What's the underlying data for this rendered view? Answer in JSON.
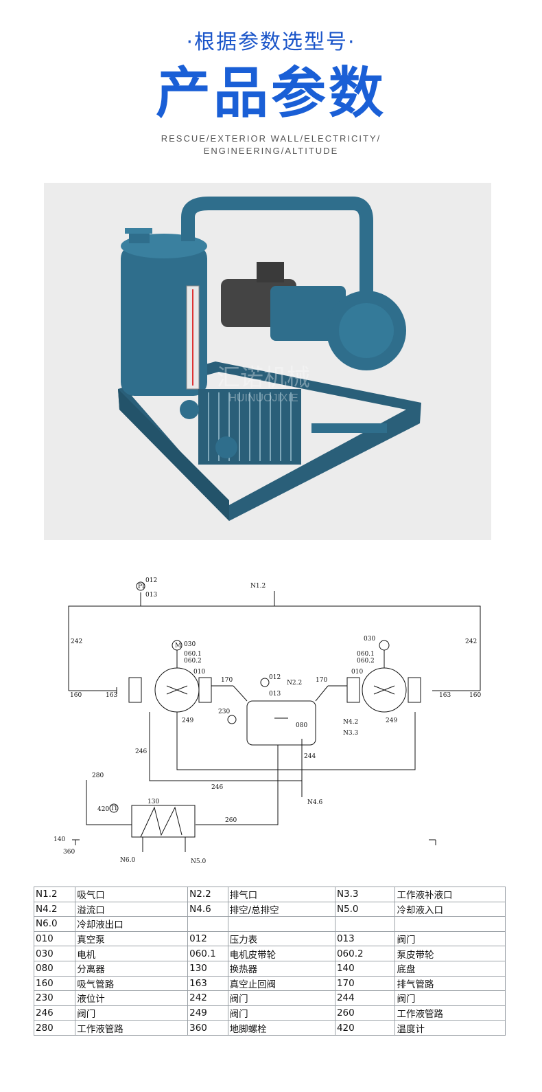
{
  "header": {
    "subtitle": "·根据参数选型号·",
    "title": "产品参数",
    "english_line1": "RESCUE/EXTERIOR WALL/ELECTRICITY/",
    "english_line2": "ENGINEERING/ALTITUDE"
  },
  "photo": {
    "watermark_cn": "汇诺机械",
    "watermark_en": "HUINUOJIXIE",
    "colors": {
      "machine": "#2f6e8c",
      "background": "#ececec"
    }
  },
  "diagram": {
    "labels": {
      "l012a": "012",
      "l013a": "013",
      "n12": "N1.2",
      "l242L": "242",
      "l242R": "242",
      "l030L": "030",
      "l0601L": "060.1",
      "l0602L": "060.2",
      "l010L": "010",
      "l030R": "030",
      "l0601R": "060.1",
      "l0602R": "060.2",
      "l010R": "010",
      "l160L": "160",
      "l163L": "163",
      "l170L": "170",
      "l012b": "012",
      "l013b": "013",
      "n22": "N2.2",
      "l170R": "170",
      "l163R": "163",
      "l160R": "160",
      "l230": "230",
      "l080": "080",
      "n42": "N4.2",
      "n33": "N3.3",
      "l249L": "249",
      "l249R": "249",
      "l246a": "246",
      "l244": "244",
      "l280": "280",
      "l246b": "246",
      "n46": "N4.6",
      "l420": "420",
      "l130": "130",
      "l260": "260",
      "l140": "140",
      "l360": "360",
      "n60": "N6.0",
      "n50": "N5.0",
      "pi": "PI",
      "ti": "TI",
      "m": "M"
    }
  },
  "table": {
    "rows": [
      [
        "N1.2",
        "吸气口",
        "N2.2",
        "排气口",
        "N3.3",
        "工作液补液口"
      ],
      [
        "N4.2",
        "溢流口",
        "N4.6",
        "排空/总排空",
        "N5.0",
        "冷却液入口"
      ],
      [
        "N6.0",
        "冷却液出口",
        "",
        "",
        "",
        ""
      ],
      [
        "010",
        "真空泵",
        "012",
        "压力表",
        "013",
        "阀门"
      ],
      [
        "030",
        "电机",
        "060.1",
        "电机皮带轮",
        "060.2",
        "泵皮带轮"
      ],
      [
        "080",
        "分离器",
        "130",
        "换热器",
        "140",
        "底盘"
      ],
      [
        "160",
        "吸气管路",
        "163",
        "真空止回阀",
        "170",
        "排气管路"
      ],
      [
        "230",
        "液位计",
        "242",
        "阀门",
        "244",
        "阀门"
      ],
      [
        "246",
        "阀门",
        "249",
        "阀门",
        "260",
        "工作液管路"
      ],
      [
        "280",
        "工作液管路",
        "360",
        "地脚螺栓",
        "420",
        "温度计"
      ]
    ]
  }
}
